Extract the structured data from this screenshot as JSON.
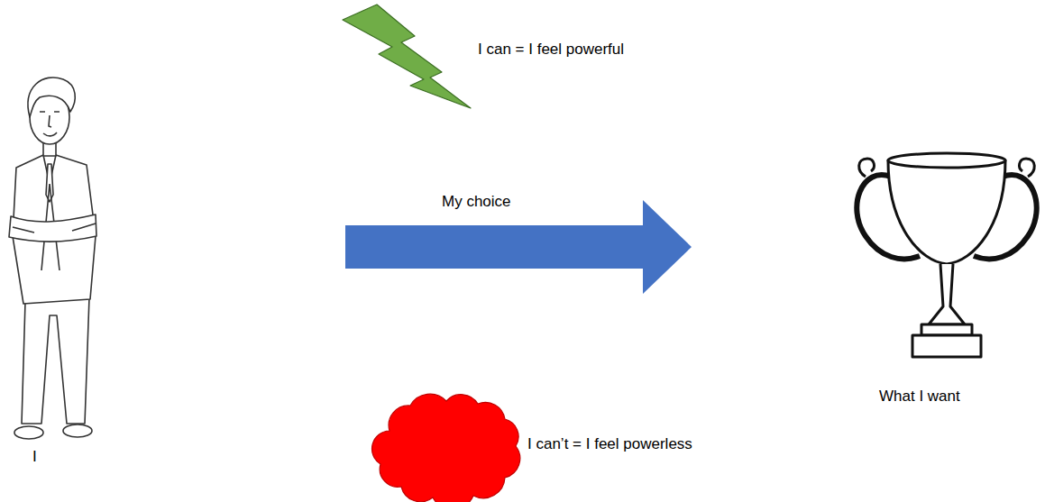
{
  "diagram": {
    "nodes": [
      {
        "text": [
          "I"
        ]
      },
      {
        "text": [
          "I can = I feel powerful"
        ]
      },
      {
        "text": [
          "What I want"
        ]
      },
      {
        "text": [
          "I can’t = I feel powerless"
        ]
      }
    ],
    "edges": [
      {
        "from": 0,
        "to": 2,
        "arrow": "to",
        "label": "My choice"
      }
    ]
  }
}
